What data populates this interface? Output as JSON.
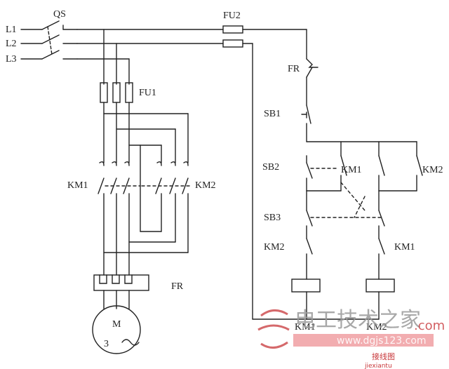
{
  "labels": {
    "l1": "L1",
    "l2": "L2",
    "l3": "L3",
    "qs": "QS",
    "fu1": "FU1",
    "fu2": "FU2",
    "fr_top": "FR",
    "fr_bottom": "FR",
    "sb1": "SB1",
    "sb2": "SB2",
    "sb3": "SB3",
    "km1_left": "KM1",
    "km2_left": "KM2",
    "km1_aux": "KM1",
    "km2_aux": "KM2",
    "km2_interlock": "KM2",
    "km1_interlock": "KM1",
    "km1_coil": "KM1",
    "km2_coil": "KM2",
    "motor_m": "M",
    "motor_3": "3",
    "motor_tilde": "～"
  },
  "watermark": {
    "main_text": "电工技术之家",
    "domain_text": "www.dgjs123.com",
    "bottom_cn": "接线图",
    "bottom_en": "jiexiantu",
    "suffix": ".com",
    "colors": {
      "accent": "#c8373a",
      "text_gray": "#9a9a9a",
      "band": "#e86a70"
    }
  },
  "colors": {
    "wire": "#222222",
    "background": "#ffffff"
  }
}
